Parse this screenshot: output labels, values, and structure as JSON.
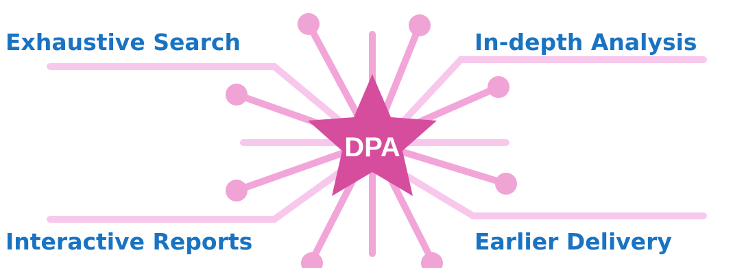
{
  "center": {
    "label": "DPA"
  },
  "features": {
    "top_left": "Exhaustive Search",
    "top_right": "In-depth Analysis",
    "bottom_left": "Interactive Reports",
    "bottom_right": "Earlier Delivery"
  },
  "colors": {
    "label_text": "#1a73c2",
    "star_fill": "#d64d9e",
    "star_text": "#ffffff",
    "connector_light": "#f8c8ec",
    "spoke": "#f2a5d8",
    "node": "#f0a3d5"
  }
}
